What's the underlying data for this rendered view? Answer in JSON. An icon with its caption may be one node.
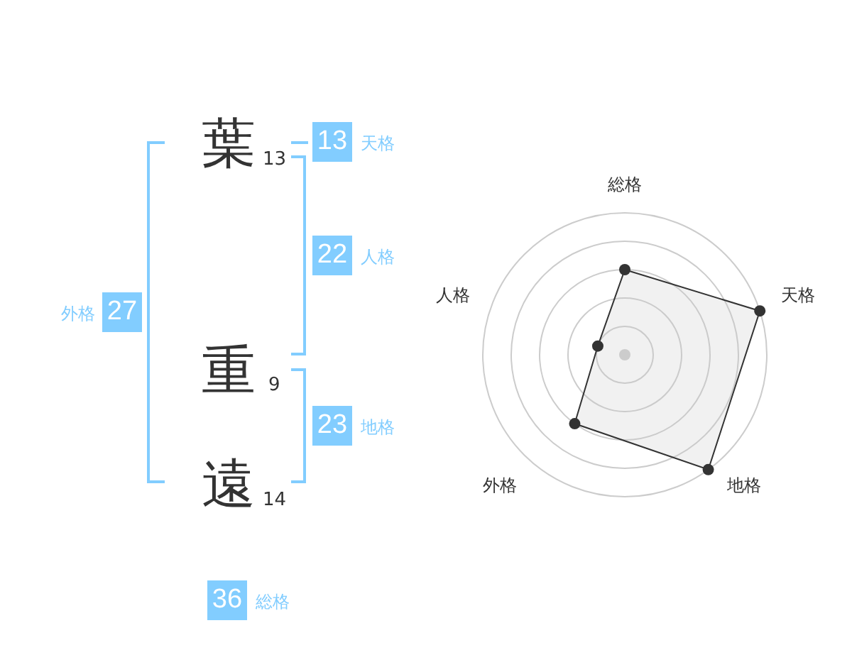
{
  "diagram": {
    "nodes": [
      {
        "text": [
          "13"
        ],
        "beside": [
          "天格"
        ]
      },
      {
        "text": [
          "22"
        ],
        "beside": [
          "人格"
        ]
      },
      {
        "text": [
          "27"
        ],
        "beside": [
          "外格"
        ]
      },
      {
        "text": [
          "23"
        ],
        "beside": [
          "地格"
        ]
      },
      {
        "text": [
          "36"
        ],
        "beside": [
          "総格"
        ]
      }
    ],
    "labels": [
      "葉",
      "13",
      "重",
      "9",
      "遠",
      "14",
      "総格",
      "人格",
      "天格",
      "外格",
      "地格"
    ]
  }
}
